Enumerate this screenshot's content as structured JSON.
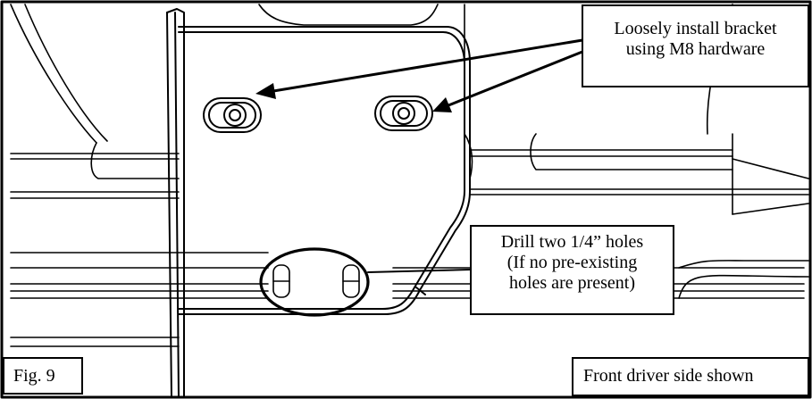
{
  "callouts": {
    "bracket": [
      "Loosely install bracket",
      "using M8 hardware"
    ],
    "drill": [
      "Drill two 1/4” holes",
      "(If no pre-existing",
      "holes are present)"
    ]
  },
  "figure_label": "Fig. 9",
  "view_label": "Front driver side shown"
}
